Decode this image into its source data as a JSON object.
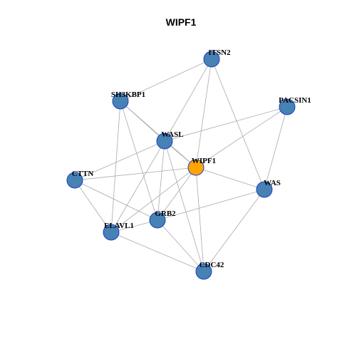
{
  "title": "WIPF1",
  "colors": {
    "node_default": "#4682b4",
    "node_highlight": "#ffa500",
    "node_border": "#1f3fbf",
    "edge": "#aaaaaa"
  },
  "nodes": [
    {
      "id": "ITSN2",
      "label": "ITSN2",
      "highlight": false
    },
    {
      "id": "SH3KBP1",
      "label": "SH3KBP1",
      "highlight": false
    },
    {
      "id": "PACSIN1",
      "label": "PACSIN1",
      "highlight": false
    },
    {
      "id": "WASL",
      "label": "WASL",
      "highlight": false
    },
    {
      "id": "WIPF1",
      "label": "WIPF1",
      "highlight": true
    },
    {
      "id": "CTTN",
      "label": "CTTN",
      "highlight": false
    },
    {
      "id": "WAS",
      "label": "WAS",
      "highlight": false
    },
    {
      "id": "GRB2",
      "label": "GRB2",
      "highlight": false
    },
    {
      "id": "ELAVL1",
      "label": "ELAVL1",
      "highlight": false
    },
    {
      "id": "CDC42",
      "label": "CDC42",
      "highlight": false
    }
  ],
  "edges": [
    [
      "ITSN2",
      "SH3KBP1"
    ],
    [
      "ITSN2",
      "WASL"
    ],
    [
      "ITSN2",
      "WIPF1"
    ],
    [
      "ITSN2",
      "WAS"
    ],
    [
      "SH3KBP1",
      "WASL"
    ],
    [
      "SH3KBP1",
      "WIPF1"
    ],
    [
      "SH3KBP1",
      "GRB2"
    ],
    [
      "SH3KBP1",
      "ELAVL1"
    ],
    [
      "PACSIN1",
      "WASL"
    ],
    [
      "PACSIN1",
      "WIPF1"
    ],
    [
      "PACSIN1",
      "WAS"
    ],
    [
      "WASL",
      "WIPF1"
    ],
    [
      "WASL",
      "CTTN"
    ],
    [
      "WASL",
      "GRB2"
    ],
    [
      "WASL",
      "ELAVL1"
    ],
    [
      "WASL",
      "CDC42"
    ],
    [
      "WIPF1",
      "CTTN"
    ],
    [
      "WIPF1",
      "WAS"
    ],
    [
      "WIPF1",
      "GRB2"
    ],
    [
      "WIPF1",
      "ELAVL1"
    ],
    [
      "WIPF1",
      "CDC42"
    ],
    [
      "CTTN",
      "ELAVL1"
    ],
    [
      "CTTN",
      "GRB2"
    ],
    [
      "WAS",
      "GRB2"
    ],
    [
      "WAS",
      "CDC42"
    ],
    [
      "GRB2",
      "ELAVL1"
    ],
    [
      "GRB2",
      "CDC42"
    ],
    [
      "ELAVL1",
      "CDC42"
    ]
  ]
}
